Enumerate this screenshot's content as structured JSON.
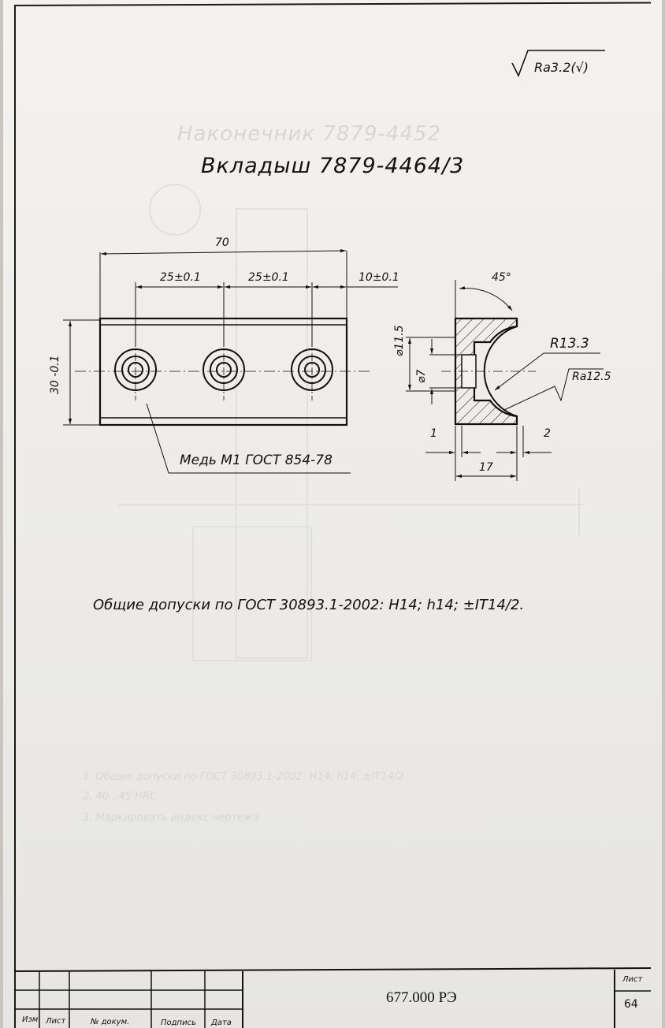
{
  "drawing": {
    "title": "Вкладыш 7879-4464/3",
    "roughness_general": "Ra3.2(√)",
    "dimensions": {
      "overall_length": "70",
      "hole_spacing_1": "25±0.1",
      "hole_spacing_2": "25±0.1",
      "edge_offset": "10±0.1",
      "height": "30 -0.1",
      "angle": "45°",
      "outer_diameter": "⌀11.5",
      "inner_diameter": "⌀7",
      "radius": "R13.3",
      "roughness_local": "Ra12.5",
      "step_left": "1",
      "step_right": "2",
      "section_width": "17"
    },
    "material": "Медь М1 ГОСТ 854-78",
    "general_tolerances": "Общие допуски по ГОСТ 30893.1-2002: H14; h14; ±IT14/2."
  },
  "ghost_text": {
    "title": "Наконечник 7879-4452",
    "notes": [
      "1. Общие допуски по ГОСТ 30893.1-2002: H14; h14; ±IT14/2",
      "2. 40...45 HRC",
      "3. Маркировать индекс чертежа"
    ]
  },
  "title_block": {
    "document_code": "677.000 РЭ",
    "sheet_label": "Лист",
    "sheet_number": "64",
    "columns": [
      "Изм",
      "Лист",
      "№ докум.",
      "Подпись",
      "Дата"
    ]
  }
}
